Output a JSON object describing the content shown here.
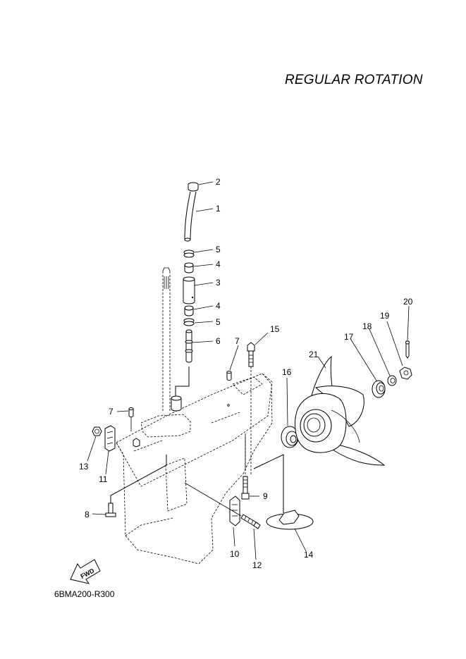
{
  "title": "REGULAR ROTATION",
  "diagram_code": "6BMA200-R300",
  "fwd_icon": {
    "name": "fwd-arrow-icon",
    "text": "FWD"
  },
  "callouts": [
    {
      "id": "2",
      "label": "2"
    },
    {
      "id": "1",
      "label": "1"
    },
    {
      "id": "5a",
      "label": "5"
    },
    {
      "id": "4a",
      "label": "4"
    },
    {
      "id": "3",
      "label": "3"
    },
    {
      "id": "4b",
      "label": "4"
    },
    {
      "id": "5b",
      "label": "5"
    },
    {
      "id": "6",
      "label": "6"
    },
    {
      "id": "7a",
      "label": "7"
    },
    {
      "id": "15",
      "label": "15"
    },
    {
      "id": "16",
      "label": "16"
    },
    {
      "id": "21",
      "label": "21"
    },
    {
      "id": "17",
      "label": "17"
    },
    {
      "id": "18",
      "label": "18"
    },
    {
      "id": "19",
      "label": "19"
    },
    {
      "id": "20",
      "label": "20"
    },
    {
      "id": "7b",
      "label": "7"
    },
    {
      "id": "13",
      "label": "13"
    },
    {
      "id": "11",
      "label": "11"
    },
    {
      "id": "9",
      "label": "9"
    },
    {
      "id": "8",
      "label": "8"
    },
    {
      "id": "10",
      "label": "10"
    },
    {
      "id": "12",
      "label": "12"
    },
    {
      "id": "14",
      "label": "14"
    }
  ]
}
